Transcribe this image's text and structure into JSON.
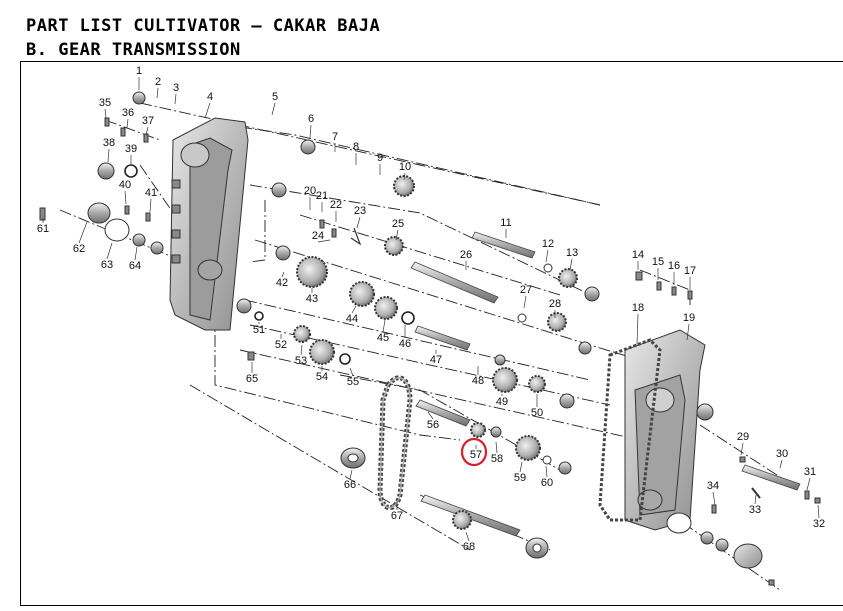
{
  "header": {
    "title": "PART LIST CULTIVATOR – CAKAR BAJA",
    "subtitle": "B. GEAR TRANSMISSION"
  },
  "highlight_color": "#d81e2a",
  "highlighted_part": "57",
  "parts": [
    {
      "id": "1"
    },
    {
      "id": "2"
    },
    {
      "id": "3"
    },
    {
      "id": "4"
    },
    {
      "id": "5"
    },
    {
      "id": "6"
    },
    {
      "id": "7"
    },
    {
      "id": "8"
    },
    {
      "id": "9"
    },
    {
      "id": "10"
    },
    {
      "id": "11"
    },
    {
      "id": "12"
    },
    {
      "id": "13"
    },
    {
      "id": "14"
    },
    {
      "id": "15"
    },
    {
      "id": "16"
    },
    {
      "id": "17"
    },
    {
      "id": "18"
    },
    {
      "id": "19"
    },
    {
      "id": "20"
    },
    {
      "id": "21"
    },
    {
      "id": "22"
    },
    {
      "id": "23"
    },
    {
      "id": "24"
    },
    {
      "id": "25"
    },
    {
      "id": "26"
    },
    {
      "id": "27"
    },
    {
      "id": "28"
    },
    {
      "id": "29"
    },
    {
      "id": "30"
    },
    {
      "id": "31"
    },
    {
      "id": "32"
    },
    {
      "id": "33"
    },
    {
      "id": "34"
    },
    {
      "id": "35"
    },
    {
      "id": "36"
    },
    {
      "id": "37"
    },
    {
      "id": "38"
    },
    {
      "id": "39"
    },
    {
      "id": "40"
    },
    {
      "id": "41"
    },
    {
      "id": "42"
    },
    {
      "id": "43"
    },
    {
      "id": "44"
    },
    {
      "id": "45"
    },
    {
      "id": "46"
    },
    {
      "id": "47"
    },
    {
      "id": "48"
    },
    {
      "id": "49"
    },
    {
      "id": "50"
    },
    {
      "id": "51"
    },
    {
      "id": "52"
    },
    {
      "id": "53"
    },
    {
      "id": "54"
    },
    {
      "id": "55"
    },
    {
      "id": "56"
    },
    {
      "id": "57"
    },
    {
      "id": "58"
    },
    {
      "id": "59"
    },
    {
      "id": "60"
    },
    {
      "id": "61"
    },
    {
      "id": "62"
    },
    {
      "id": "63"
    },
    {
      "id": "64"
    },
    {
      "id": "65"
    },
    {
      "id": "66"
    },
    {
      "id": "67"
    },
    {
      "id": "68"
    }
  ]
}
